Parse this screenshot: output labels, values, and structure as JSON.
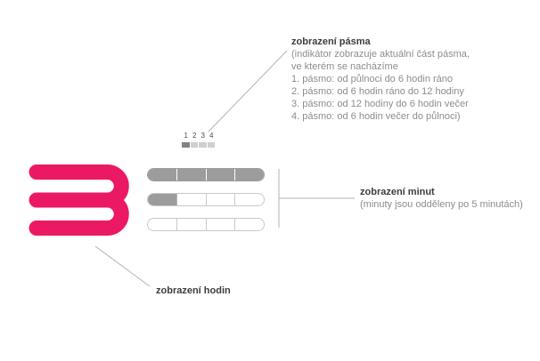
{
  "labels": {
    "band": {
      "title": "zobrazení pásma",
      "lines": [
        "(indikátor zobrazuje aktuální část pásma,",
        "ve kterém se nacházíme",
        "1. pásmo: od půlnoci do 6 hodin ráno",
        "2. pásmo: od 6 hodin ráno do 12 hodiny",
        "3. pásmo: od 12 hodiny do 6 hodin večer",
        "4. pásmo: od 6 hodin večer do půlnoci)"
      ]
    },
    "minutes": {
      "title": "zobrazení minut",
      "subtitle": "(minuty jsou odděleny po 5 minutách)"
    },
    "hours": {
      "title": "zobrazení hodin"
    }
  },
  "clock": {
    "hours_value": "3",
    "band": {
      "numbers": [
        "1",
        "2",
        "3",
        "4"
      ],
      "active_band": 1,
      "segments": [
        true,
        false,
        false,
        false
      ]
    },
    "minute_rows": [
      {
        "segments": [
          true,
          true,
          true,
          true
        ]
      },
      {
        "segments": [
          true,
          false,
          false,
          false
        ]
      },
      {
        "segments": [
          false,
          false,
          false,
          false
        ]
      }
    ]
  },
  "colors": {
    "accent_pink": "#eb1963",
    "filled_gray": "#9c9c9c",
    "outline_gray": "#c9c9c9",
    "band_active_gray": "#838383",
    "band_inactive_gray": "#cfcfcf",
    "text_gray": "#8d8d8d",
    "text_dark": "#3c3c3c",
    "line_gray": "#b3b3b3"
  }
}
